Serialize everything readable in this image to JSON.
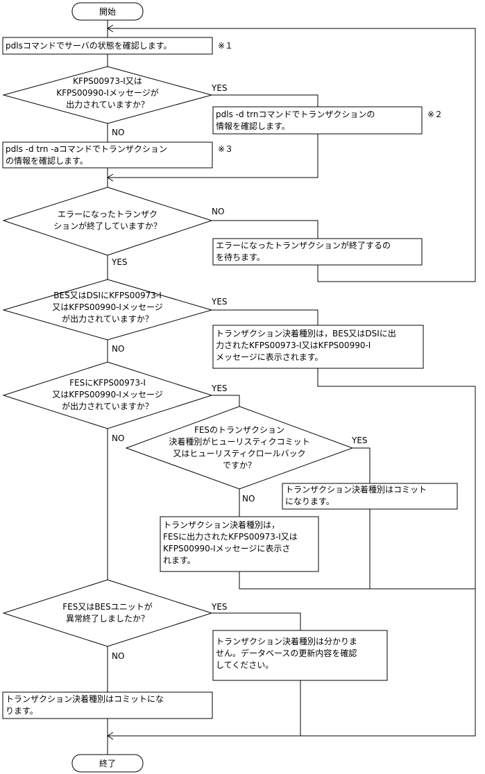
{
  "flow": {
    "start": "開始",
    "end": "終了",
    "p1": "pdlsコマンドでサーバの状態を確認します。",
    "note1": "※１",
    "d1": [
      "KFPS00973-I又は",
      "KFPS00990-Iメッセージが",
      "出力されていますか？"
    ],
    "p2": [
      "pdls -d trnコマンドでトランザクションの",
      "情報を確認します。"
    ],
    "note2": "※２",
    "p3": [
      "pdls -d trn -aコマンドでトランザクション",
      "の情報を確認します。"
    ],
    "note3": "※３",
    "d2": [
      "エラーになったトランザク",
      "ションが終了していますか？"
    ],
    "p4": [
      "エラーになったトランザクションが終了するの",
      "を待ちます。"
    ],
    "d3": [
      "BES又はDSIにKFPS00973-I",
      "又はKFPS00990-Iメッセージ",
      "が出力されていますか？"
    ],
    "p5": [
      "トランザクション決着種別は，BES又はDSIに出",
      "力されたKFPS00973-I又はKFPS00990-I",
      "メッセージに表示されます。"
    ],
    "d4": [
      "FESにKFPS00973-I",
      "又はKFPS00990-Iメッセージ",
      "が出力されていますか？"
    ],
    "d5": [
      "FESのトランザクション",
      "決着種別がヒューリスティクコミット",
      "又はヒューリスティクロールバック",
      "ですか？"
    ],
    "p6": [
      "トランザクション決着種別はコミット",
      "になります。"
    ],
    "p7": [
      "トランザクション決着種別は，",
      "FESに出力されたKFPS00973-I又は",
      "KFPS00990-Iメッセージに表示さ",
      "れます。"
    ],
    "d6": [
      "FES又はBESユニットが",
      "異常終了しましたか？"
    ],
    "p8": [
      "トランザクション決着種別は分かりま",
      "せん。データベースの更新内容を確認",
      "してください。"
    ],
    "p9": [
      "トランザクション決着種別はコミットにな",
      "ります。"
    ],
    "yes": "YES",
    "no": "NO"
  }
}
